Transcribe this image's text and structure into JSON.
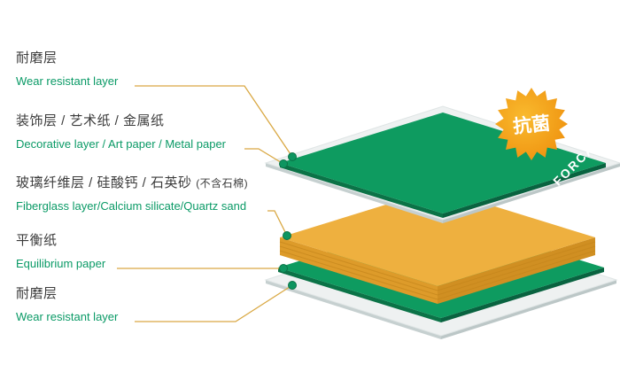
{
  "labels": [
    {
      "zh": "耐磨层",
      "en": "Wear resistant layer"
    },
    {
      "zh": "装饰层 / 艺术纸 / 金属纸",
      "en": "Decorative layer / Art paper / Metal paper"
    },
    {
      "zh": "玻璃纤维层 / 硅酸钙 / 石英砂",
      "note": "(不含石棉)",
      "en": "Fiberglass layer/Calcium silicate/Quartz sand"
    },
    {
      "zh": "平衡纸",
      "en": "Equilibrium paper"
    },
    {
      "zh": "耐磨层",
      "en": "Wear resistant layer"
    }
  ],
  "badge": {
    "label": "抗菌"
  },
  "brand": {
    "label": "FORCA"
  },
  "colors": {
    "label_zh": "#3c3c3c",
    "label_en": "#0a9a66",
    "leader_line": "#d9a843",
    "dot": "#0e9560",
    "green_top": "#0e9b60",
    "green_side": "#0b7347",
    "white_top": "#eef1f1",
    "white_side": "#c6d0d0",
    "core_top": "#eeb03f",
    "core_side": "#dd9b2a",
    "badge_light": "#f9ba2e",
    "badge_dark": "#ee8e0c"
  }
}
